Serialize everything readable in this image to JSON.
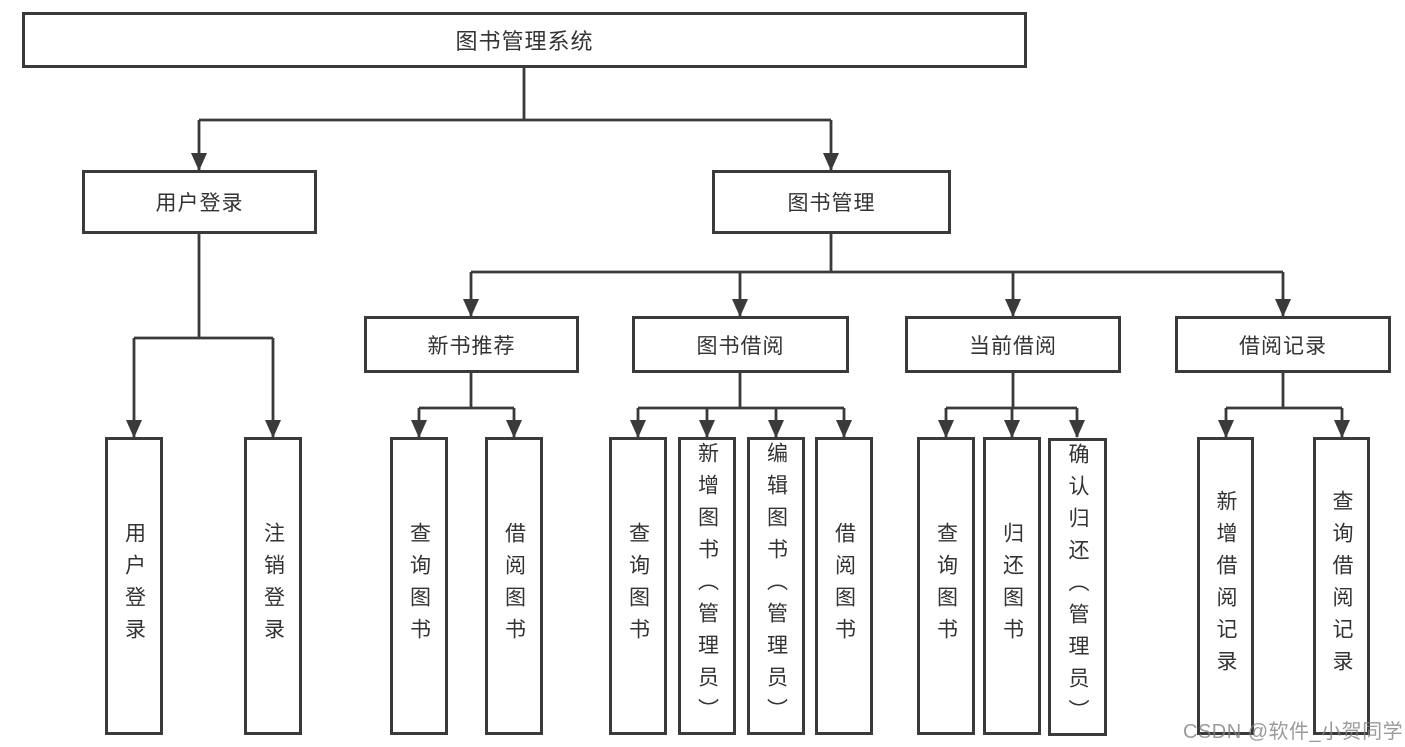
{
  "diagram": {
    "type": "hierarchy-tree",
    "nodes": {
      "root": "图书管理系统",
      "user_login": "用户登录",
      "book_management": "图书管理",
      "new_book_recommend": "新书推荐",
      "book_borrow": "图书借阅",
      "current_borrow": "当前借阅",
      "borrow_records": "借阅记录",
      "leaves": {
        "login": "用户登录",
        "logout": "注销登录",
        "nbr_query": "查询图书",
        "nbr_borrow": "借阅图书",
        "bb_query": "查询图书",
        "bb_add": "新增图书（管理员）",
        "bb_edit": "编辑图书（管理员）",
        "bb_borrow": "借阅图书",
        "cb_query": "查询图书",
        "cb_return": "归还图书",
        "cb_confirm": "确认归还（管理员）",
        "br_add": "新增借阅记录",
        "br_query": "查询借阅记录"
      }
    },
    "watermark": "CSDN @软件_小贺同学",
    "colors": {
      "line": "#3a3a3a",
      "text": "#333333",
      "background": "#ffffff",
      "watermark": "#828282"
    }
  }
}
